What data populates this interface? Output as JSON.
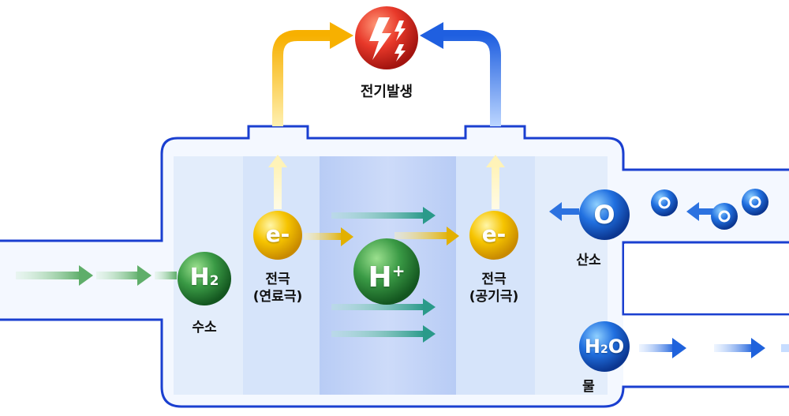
{
  "title": "전기발생",
  "hydrogen": {
    "symbol": "H",
    "subscript": "2",
    "label": "수소"
  },
  "electron_left": {
    "symbol": "e-",
    "label_line1": "전극",
    "label_line2": "(연료극)"
  },
  "proton": {
    "symbol": "H",
    "superscript": "+"
  },
  "electron_right": {
    "symbol": "e-",
    "label_line1": "전극",
    "label_line2": "(공기극)"
  },
  "oxygen": {
    "symbol": "O",
    "label": "산소"
  },
  "water": {
    "symbol_h": "H",
    "subscript": "2",
    "symbol_o": "O",
    "label": "물"
  },
  "colors": {
    "outline": "#1a3fd0",
    "hydrogen": "#2e8b3e",
    "electron": "#f2b800",
    "oxygen": "#1f66d6",
    "lightning": "#e03a20",
    "membrane": "#c8d8f7"
  }
}
